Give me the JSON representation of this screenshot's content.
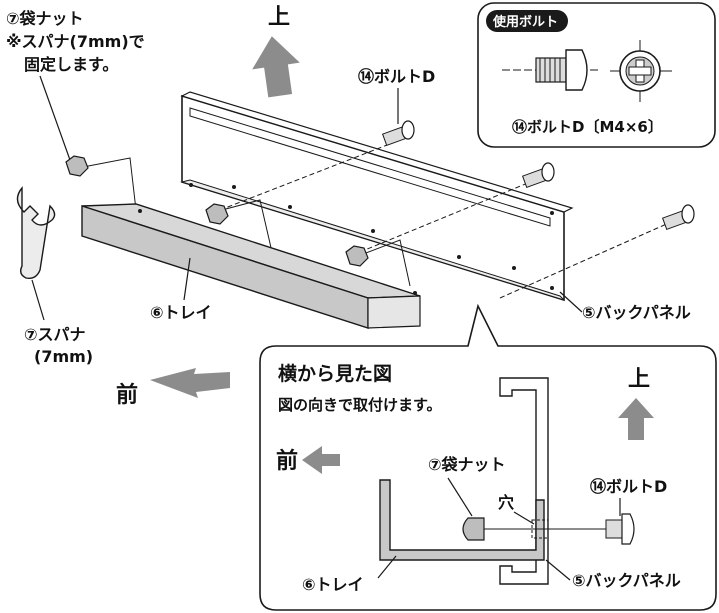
{
  "labels": {
    "nut_title": "⑦袋ナット",
    "nut_note_1": "※スパナ(7mm)で",
    "nut_note_2": "固定します。",
    "up": "上",
    "bolt_main": "⑭ボルトD",
    "wrench_1": "⑦スパナ",
    "wrench_2": "(7mm)",
    "tray": "⑥トレイ",
    "back_panel": "⑤バックパネル",
    "front": "前"
  },
  "inset_bolt": {
    "tag": "使用ボルト",
    "caption": "⑭ボルトD〔M4×6〕"
  },
  "side_view": {
    "title": "横から見た図",
    "subtitle": "図の向きで取付けます。",
    "front": "前",
    "up": "上",
    "nut": "⑦袋ナット",
    "hole": "穴",
    "bolt": "⑭ボルトD",
    "back_panel": "⑤バックパネル",
    "tray": "⑥トレイ"
  },
  "colors": {
    "stroke": "#1a1a1a",
    "arrow_gray": "#8c8c8c",
    "tray_gray": "#c8c8c8",
    "nut_gray": "#bdbdbd",
    "tag_bg": "#1a1a1a"
  }
}
